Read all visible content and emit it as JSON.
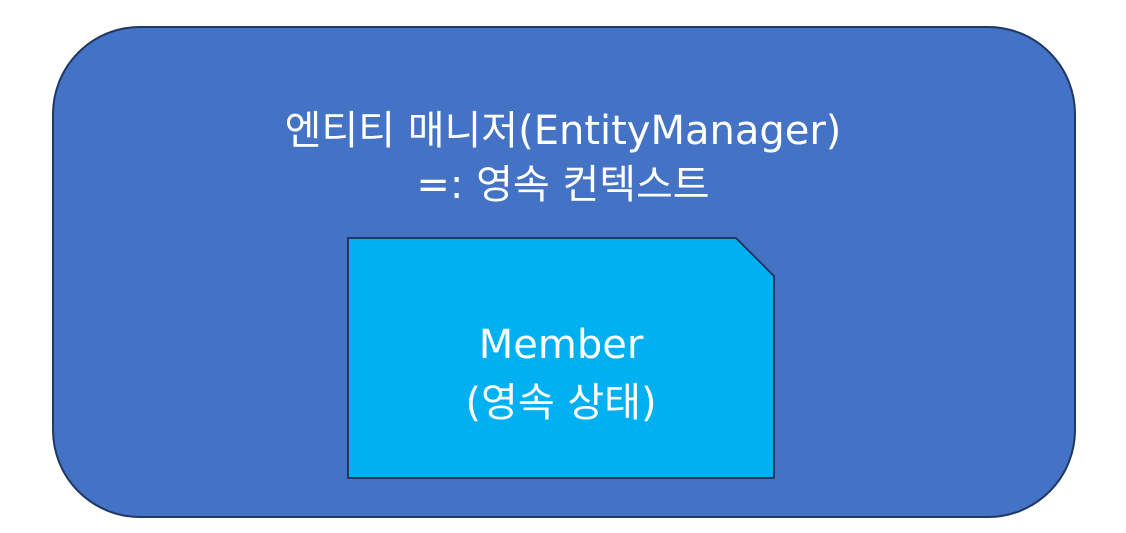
{
  "diagram": {
    "title_line1": "엔티티 매니저(EntityManager)",
    "title_line2": "=: 영속 컨텍스트",
    "entity": {
      "name": "Member",
      "state": "(영속 상태)"
    }
  },
  "colors": {
    "container_fill": "#4472c4",
    "container_border": "#1f3864",
    "entity_fill": "#00b0f0",
    "entity_border": "#1f3864",
    "text": "#ffffff"
  }
}
